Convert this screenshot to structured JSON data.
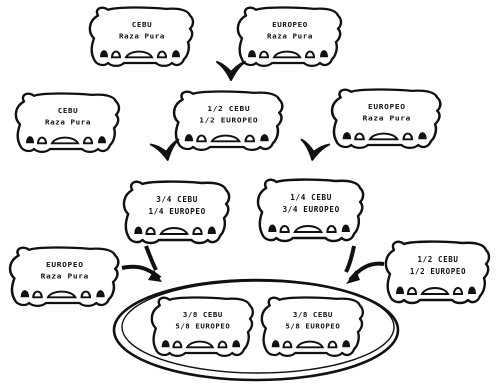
{
  "diagram": {
    "type": "crossbreeding-tree",
    "animals": [
      {
        "id": "g1-cebu",
        "line1": "CEBU",
        "line2": "Raza Pura"
      },
      {
        "id": "g1-europeo",
        "line1": "EUROPEO",
        "line2": "Raza Pura"
      },
      {
        "id": "g2-cebu",
        "line1": "CEBU",
        "line2": "Raza Pura"
      },
      {
        "id": "g2-f1",
        "line1": "1/2 CEBU",
        "line2": "1/2 EUROPEO"
      },
      {
        "id": "g2-europeo",
        "line1": "EUROPEO",
        "line2": "Raza Pura"
      },
      {
        "id": "g3-3-4",
        "line1": "3/4 CEBU",
        "line2": "1/4 EUROPEO"
      },
      {
        "id": "g3-1-4",
        "line1": "1/4 CEBU",
        "line2": "3/4 EUROPEO"
      },
      {
        "id": "g4-europeo",
        "line1": "EUROPEO",
        "line2": "Raza Pura"
      },
      {
        "id": "g4-f1",
        "line1": "1/2 CEBU",
        "line2": "1/2 EUROPEO"
      },
      {
        "id": "g5-3-8a",
        "line1": "3/8 CEBU",
        "line2": "5/8 EUROPEO"
      },
      {
        "id": "g5-3-8b",
        "line1": "3/8 CEBU",
        "line2": "5/8 EUROPEO"
      }
    ],
    "crosses": [
      {
        "from": [
          "g1-cebu",
          "g1-europeo"
        ],
        "to": "g2-f1"
      },
      {
        "from": [
          "g2-cebu",
          "g2-f1"
        ],
        "to": "g3-3-4"
      },
      {
        "from": [
          "g2-f1",
          "g2-europeo"
        ],
        "to": "g3-1-4"
      },
      {
        "from": [
          "g4-europeo",
          "g3-3-4"
        ],
        "to": "g5-3-8a"
      },
      {
        "from": [
          "g3-1-4",
          "g4-f1"
        ],
        "to": "g5-3-8b"
      }
    ],
    "highlight": {
      "circled": [
        "g5-3-8a",
        "g5-3-8b"
      ]
    }
  }
}
